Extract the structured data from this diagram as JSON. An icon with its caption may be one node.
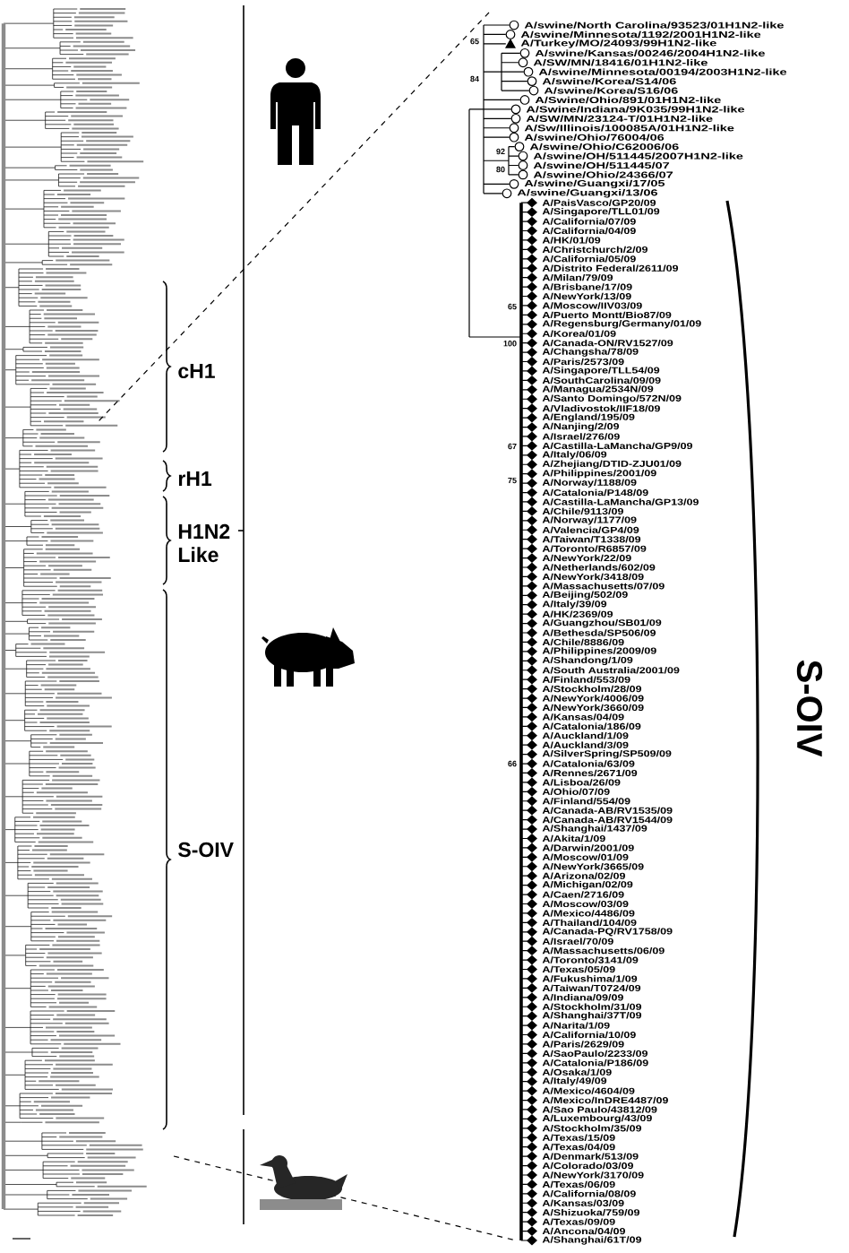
{
  "diagram": {
    "labels": [
      "cH1",
      "rH1",
      "H1N2 Like",
      "S-OIV",
      "A/swine/North Carolina/93523/01H1N2-like",
      "A/swine/Minnesota/1192/2001H1N2-like",
      "A/Turkey/MO/24093/99H1N2-like",
      "A/swine/Kansas/00246/2004H1N2-like",
      "A/SW/MN/18416/01H1N2-like",
      "A/swine/Minnesota/00194/2003H1N2-like",
      "A/swine/Korea/S14/06",
      "A/swine/Korea/S16/06",
      "A/Swine/Ohio/891/01H1N2-like",
      "A/Swine/Indiana/9K035/99H1N2-like",
      "A/SW/MN/23124-T/01H1N2-like",
      "A/Sw/Illinois/100085A/01H1N2-like",
      "A/swine/Ohio/76004/06",
      "A/swine/Ohio/C62006/06",
      "A/swine/OH/511445/2007H1N2-like",
      "A/swine/OH/511445/07",
      "A/swine/Ohio/24366/07",
      "A/swine/Guangxi/17/05",
      "A/swine/Guangxi/13/06",
      "A/PaisVasco/GP20/09",
      "A/Singapore/TLL01/09",
      "A/California/07/09",
      "A/California/04/09",
      "A/HK/01/09",
      "A/Christchurch/2/09",
      "A/California/05/09",
      "A/Distrito Federal/2611/09",
      "A/Milan/79/09",
      "A/Brisbane/17/09",
      "A/NewYork/13/09",
      "A/Moscow/IIV03/09",
      "A/Puerto Montt/Bio87/09",
      "A/Regensburg/Germany/01/09",
      "A/Korea/01/09",
      "A/Canada-ON/RV1527/09",
      "A/Changsha/78/09",
      "A/Paris/2573/09",
      "A/Singapore/TLL54/09",
      "A/SouthCarolina/09/09",
      "A/Managua/2534N/09",
      "A/Santo Domingo/572N/09",
      "A/Vladivostok/IIF18/09",
      "A/England/195/09",
      "A/Nanjing/2/09",
      "A/Israel/276/09",
      "A/Castilla-LaMancha/GP9/09",
      "A/Italy/06/09",
      "A/Zhejiang/DTID-ZJU01/09",
      "A/Philippines/2001/09",
      "A/Norway/1188/09",
      "A/Catalonia/P148/09",
      "A/Castilla-LaMancha/GP13/09",
      "A/Chile/9113/09",
      "A/Norway/1177/09",
      "A/Valencia/GP4/09",
      "A/Taiwan/T1338/09",
      "A/Toronto/R6857/09",
      "A/NewYork/22/09",
      "A/Netherlands/602/09",
      "A/NewYork/3418/09",
      "A/Massachusetts/07/09",
      "A/Beijing/502/09",
      "A/Italy/39/09",
      "A/HK/2369/09",
      "A/Guangzhou/SB01/09",
      "A/Bethesda/SP506/09",
      "A/Chile/8886/09",
      "A/Philippines/2009/09",
      "A/Shandong/1/09",
      "A/South Australia/2001/09",
      "A/Finland/553/09",
      "A/Stockholm/28/09",
      "A/NewYork/4006/09",
      "A/NewYork/3660/09",
      "A/Kansas/04/09",
      "A/Catalonia/186/09",
      "A/Auckland/1/09",
      "A/Auckland/3/09",
      "A/SilverSpring/SP509/09",
      "A/Catalonia/63/09",
      "A/Rennes/2671/09",
      "A/Lisboa/26/09",
      "A/Ohio/07/09",
      "A/Finland/554/09",
      "A/Canada-AB/RV1535/09",
      "A/Canada-AB/RV1544/09",
      "A/Shanghai/1437/09",
      "A/Akita/1/09",
      "A/Darwin/2001/09",
      "A/Moscow/01/09",
      "A/NewYork/3665/09",
      "A/Arizona/02/09",
      "A/Michigan/02/09",
      "A/Caen/2716/09",
      "A/Moscow/03/09",
      "A/Mexico/4486/09",
      "A/Thailand/104/09",
      "A/Canada-PQ/RV1758/09",
      "A/Israel/70/09",
      "A/Massachusetts/06/09",
      "A/Toronto/3141/09",
      "A/Texas/05/09",
      "A/Fukushima/1/09",
      "A/Taiwan/T0724/09",
      "A/Indiana/09/09",
      "A/Stockholm/31/09",
      "A/Shanghai/37T/09",
      "A/Narita/1/09",
      "A/California/10/09",
      "A/Paris/2629/09",
      "A/SaoPaulo/2233/09",
      "A/Catalonia/P186/09",
      "A/Osaka/1/09",
      "A/Italy/49/09",
      "A/Mexico/4604/09",
      "A/Mexico/InDRE4487/09",
      "A/Sao Paulo/43812/09",
      "A/Luxembourg/43/09",
      "A/Stockholm/35/09",
      "A/Texas/15/09",
      "A/Texas/04/09",
      "A/Denmark/513/09",
      "A/Colorado/03/09",
      "A/NewYork/3170/09",
      "A/Texas/06/09",
      "A/California/08/09",
      "A/Kansas/03/09",
      "A/Shizuoka/759/09",
      "A/Texas/09/09",
      "A/Ancona/04/09",
      "A/Shanghai/61T/09",
      "65",
      "84",
      "92",
      "80",
      "65",
      "100",
      "67",
      "75",
      "66",
      "S-OIV"
    ]
  }
}
